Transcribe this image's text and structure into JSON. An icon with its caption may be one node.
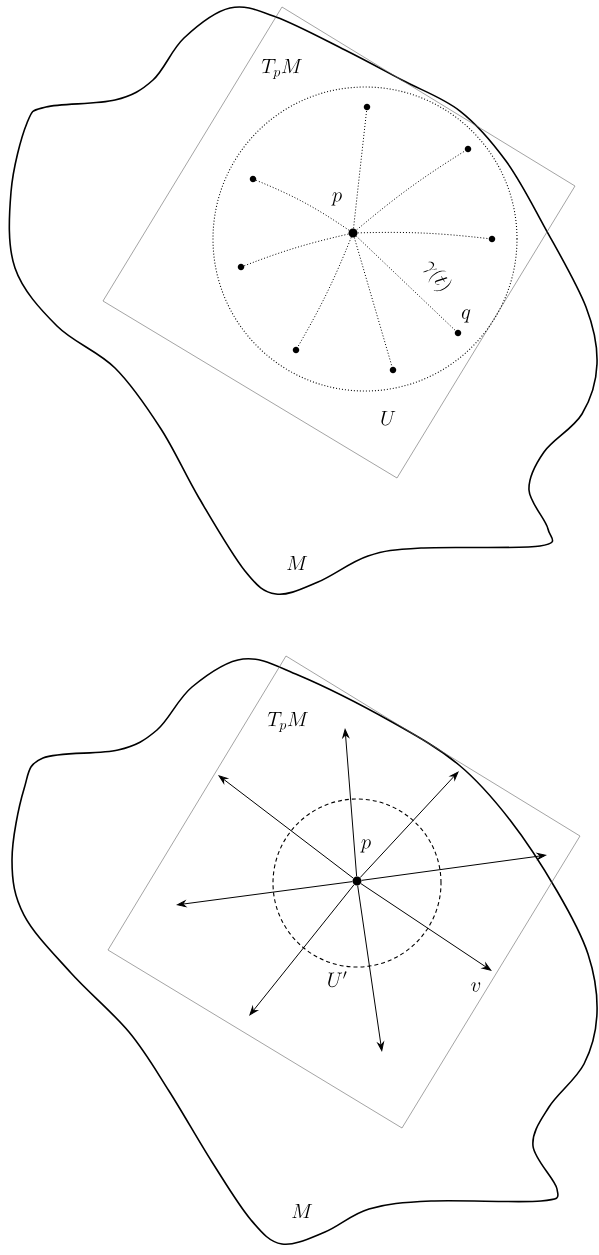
{
  "diagram": {
    "nodes": [
      {
        "text": [
          "M"
        ]
      },
      {
        "text": [
          "T_pM"
        ],
        "in": 0
      },
      {
        "text": [
          "U"
        ],
        "in": 1
      },
      {
        "text": [],
        "shape": "circle",
        "beside": [
          "p"
        ],
        "in": 2
      },
      {
        "text": [],
        "shape": "circle",
        "in": 2
      },
      {
        "text": [],
        "shape": "circle",
        "in": 2
      },
      {
        "text": [],
        "shape": "circle",
        "in": 2
      },
      {
        "text": [],
        "shape": "circle",
        "in": 2
      },
      {
        "text": [],
        "shape": "circle",
        "in": 2
      },
      {
        "text": [],
        "shape": "circle",
        "beside": [
          "q"
        ],
        "in": 2
      },
      {
        "text": [],
        "shape": "circle",
        "in": 2
      },
      {
        "text": [],
        "shape": "circle",
        "in": 2
      },
      {
        "text": [
          "M"
        ]
      },
      {
        "text": [
          "T_pM"
        ],
        "in": 12
      },
      {
        "text": [
          "U'"
        ],
        "in": 13
      },
      {
        "text": [],
        "shape": "circle",
        "beside": [
          "p"
        ],
        "in": 14
      }
    ],
    "edges": [
      {
        "from": 3,
        "to": 4,
        "arrow": "none",
        "style": "dashed"
      },
      {
        "from": 3,
        "to": 5,
        "arrow": "none",
        "style": "dashed"
      },
      {
        "from": 3,
        "to": 6,
        "arrow": "none",
        "style": "dashed"
      },
      {
        "from": 3,
        "to": 7,
        "arrow": "none",
        "style": "dashed"
      },
      {
        "from": 3,
        "to": 8,
        "arrow": "none",
        "style": "dashed"
      },
      {
        "from": 3,
        "to": 9,
        "arrow": "none",
        "style": "dashed",
        "label": "\\gamma(t)"
      },
      {
        "from": 3,
        "to": 10,
        "arrow": "none",
        "style": "dashed"
      },
      {
        "from": 3,
        "to": 11,
        "arrow": "none",
        "style": "dashed"
      },
      {
        "from": 15,
        "to": null,
        "arrow": "to"
      },
      {
        "from": 15,
        "to": null,
        "arrow": "to"
      },
      {
        "from": 15,
        "to": null,
        "arrow": "to"
      },
      {
        "from": 15,
        "to": null,
        "arrow": "to",
        "label": "v"
      },
      {
        "from": 15,
        "to": null,
        "arrow": "to"
      },
      {
        "from": 15,
        "to": null,
        "arrow": "to"
      },
      {
        "from": 15,
        "to": null,
        "arrow": "to"
      },
      {
        "from": 15,
        "to": null,
        "arrow": "to"
      }
    ]
  }
}
